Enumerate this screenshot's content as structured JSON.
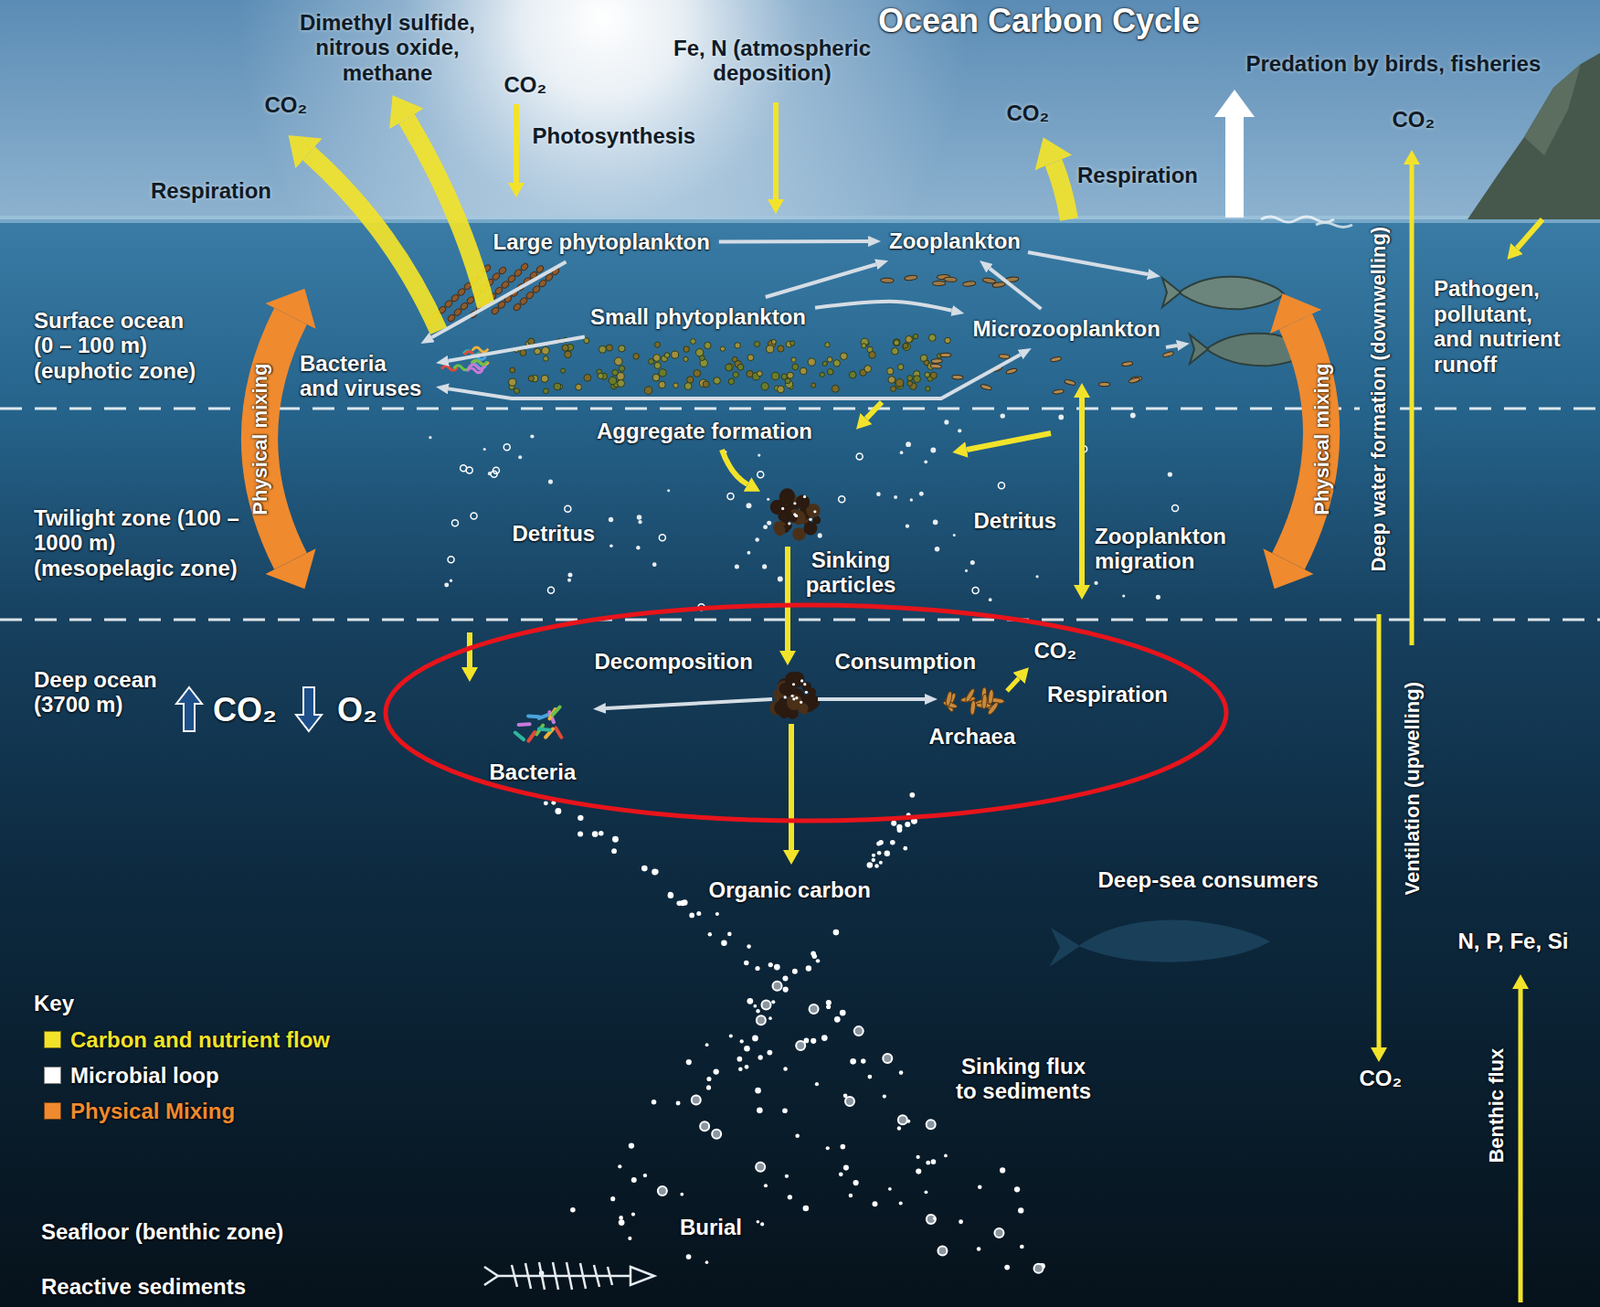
{
  "diagram": {
    "title": "Ocean Carbon Cycle",
    "nodes": [
      {
        "text": [
          "Large phytoplankton"
        ]
      },
      {
        "text": [
          "Zooplankton"
        ]
      },
      {
        "text": [
          "Small phytoplankton"
        ]
      },
      {
        "text": [
          "Microzooplankton"
        ]
      },
      {
        "text": [
          "Bacteria and viruses"
        ]
      },
      {
        "text": [
          "Bacteria"
        ]
      },
      {
        "text": [
          "Archaea"
        ]
      }
    ],
    "edges": [
      {
        "from": 0,
        "to": 1,
        "arrow": "to"
      },
      {
        "from": 2,
        "to": 1,
        "arrow": "to"
      },
      {
        "from": 3,
        "to": 1,
        "arrow": "to"
      },
      {
        "from": 2,
        "to": 3,
        "arrow": "to"
      },
      {
        "from": 0,
        "to": 4,
        "arrow": "to"
      },
      {
        "from": 2,
        "to": 4,
        "arrow": "to"
      },
      {
        "from": 4,
        "to": 3,
        "arrow": "both"
      }
    ],
    "labels": [
      "Dimethyl sulfide, nitrous oxide, methane",
      "CO₂",
      "CO₂",
      "Photosynthesis",
      "Fe, N (atmospheric deposition)",
      "Predation by birds, fisheries",
      "CO₂",
      "Respiration",
      "CO₂",
      "Respiration",
      "Surface ocean (0 – 100 m) (euphotic zone)",
      "Pathogen, pollutant, and nutrient runoff",
      "Physical mixing",
      "Physical mixing",
      "Aggregate formation",
      "Detritus",
      "Detritus",
      "Zooplankton migration",
      "Twilight zone (100 –1000 m) (mesopelagic zone)",
      "Sinking particles",
      "Deep water formation (downwelling)",
      "Deep ocean (3700 m)",
      "CO₂",
      "O₂",
      "Decomposition",
      "Consumption",
      "CO₂",
      "Respiration",
      "Ventilation (upwelling)",
      "Organic carbon",
      "Deep-sea consumers",
      "N, P, Fe, Si",
      "Key",
      "Sinking flux to sediments",
      "CO₂",
      "Benthic flux",
      "Burial",
      "Seafloor (benthic zone)",
      "Reactive sediments"
    ],
    "legend": [
      {
        "text": "Carbon and nutrient flow",
        "color": "#f2e32a"
      },
      {
        "text": "Microbial loop",
        "color": "#ffffff"
      },
      {
        "text": "Physical Mixing",
        "color": "#f08a2e"
      }
    ]
  }
}
